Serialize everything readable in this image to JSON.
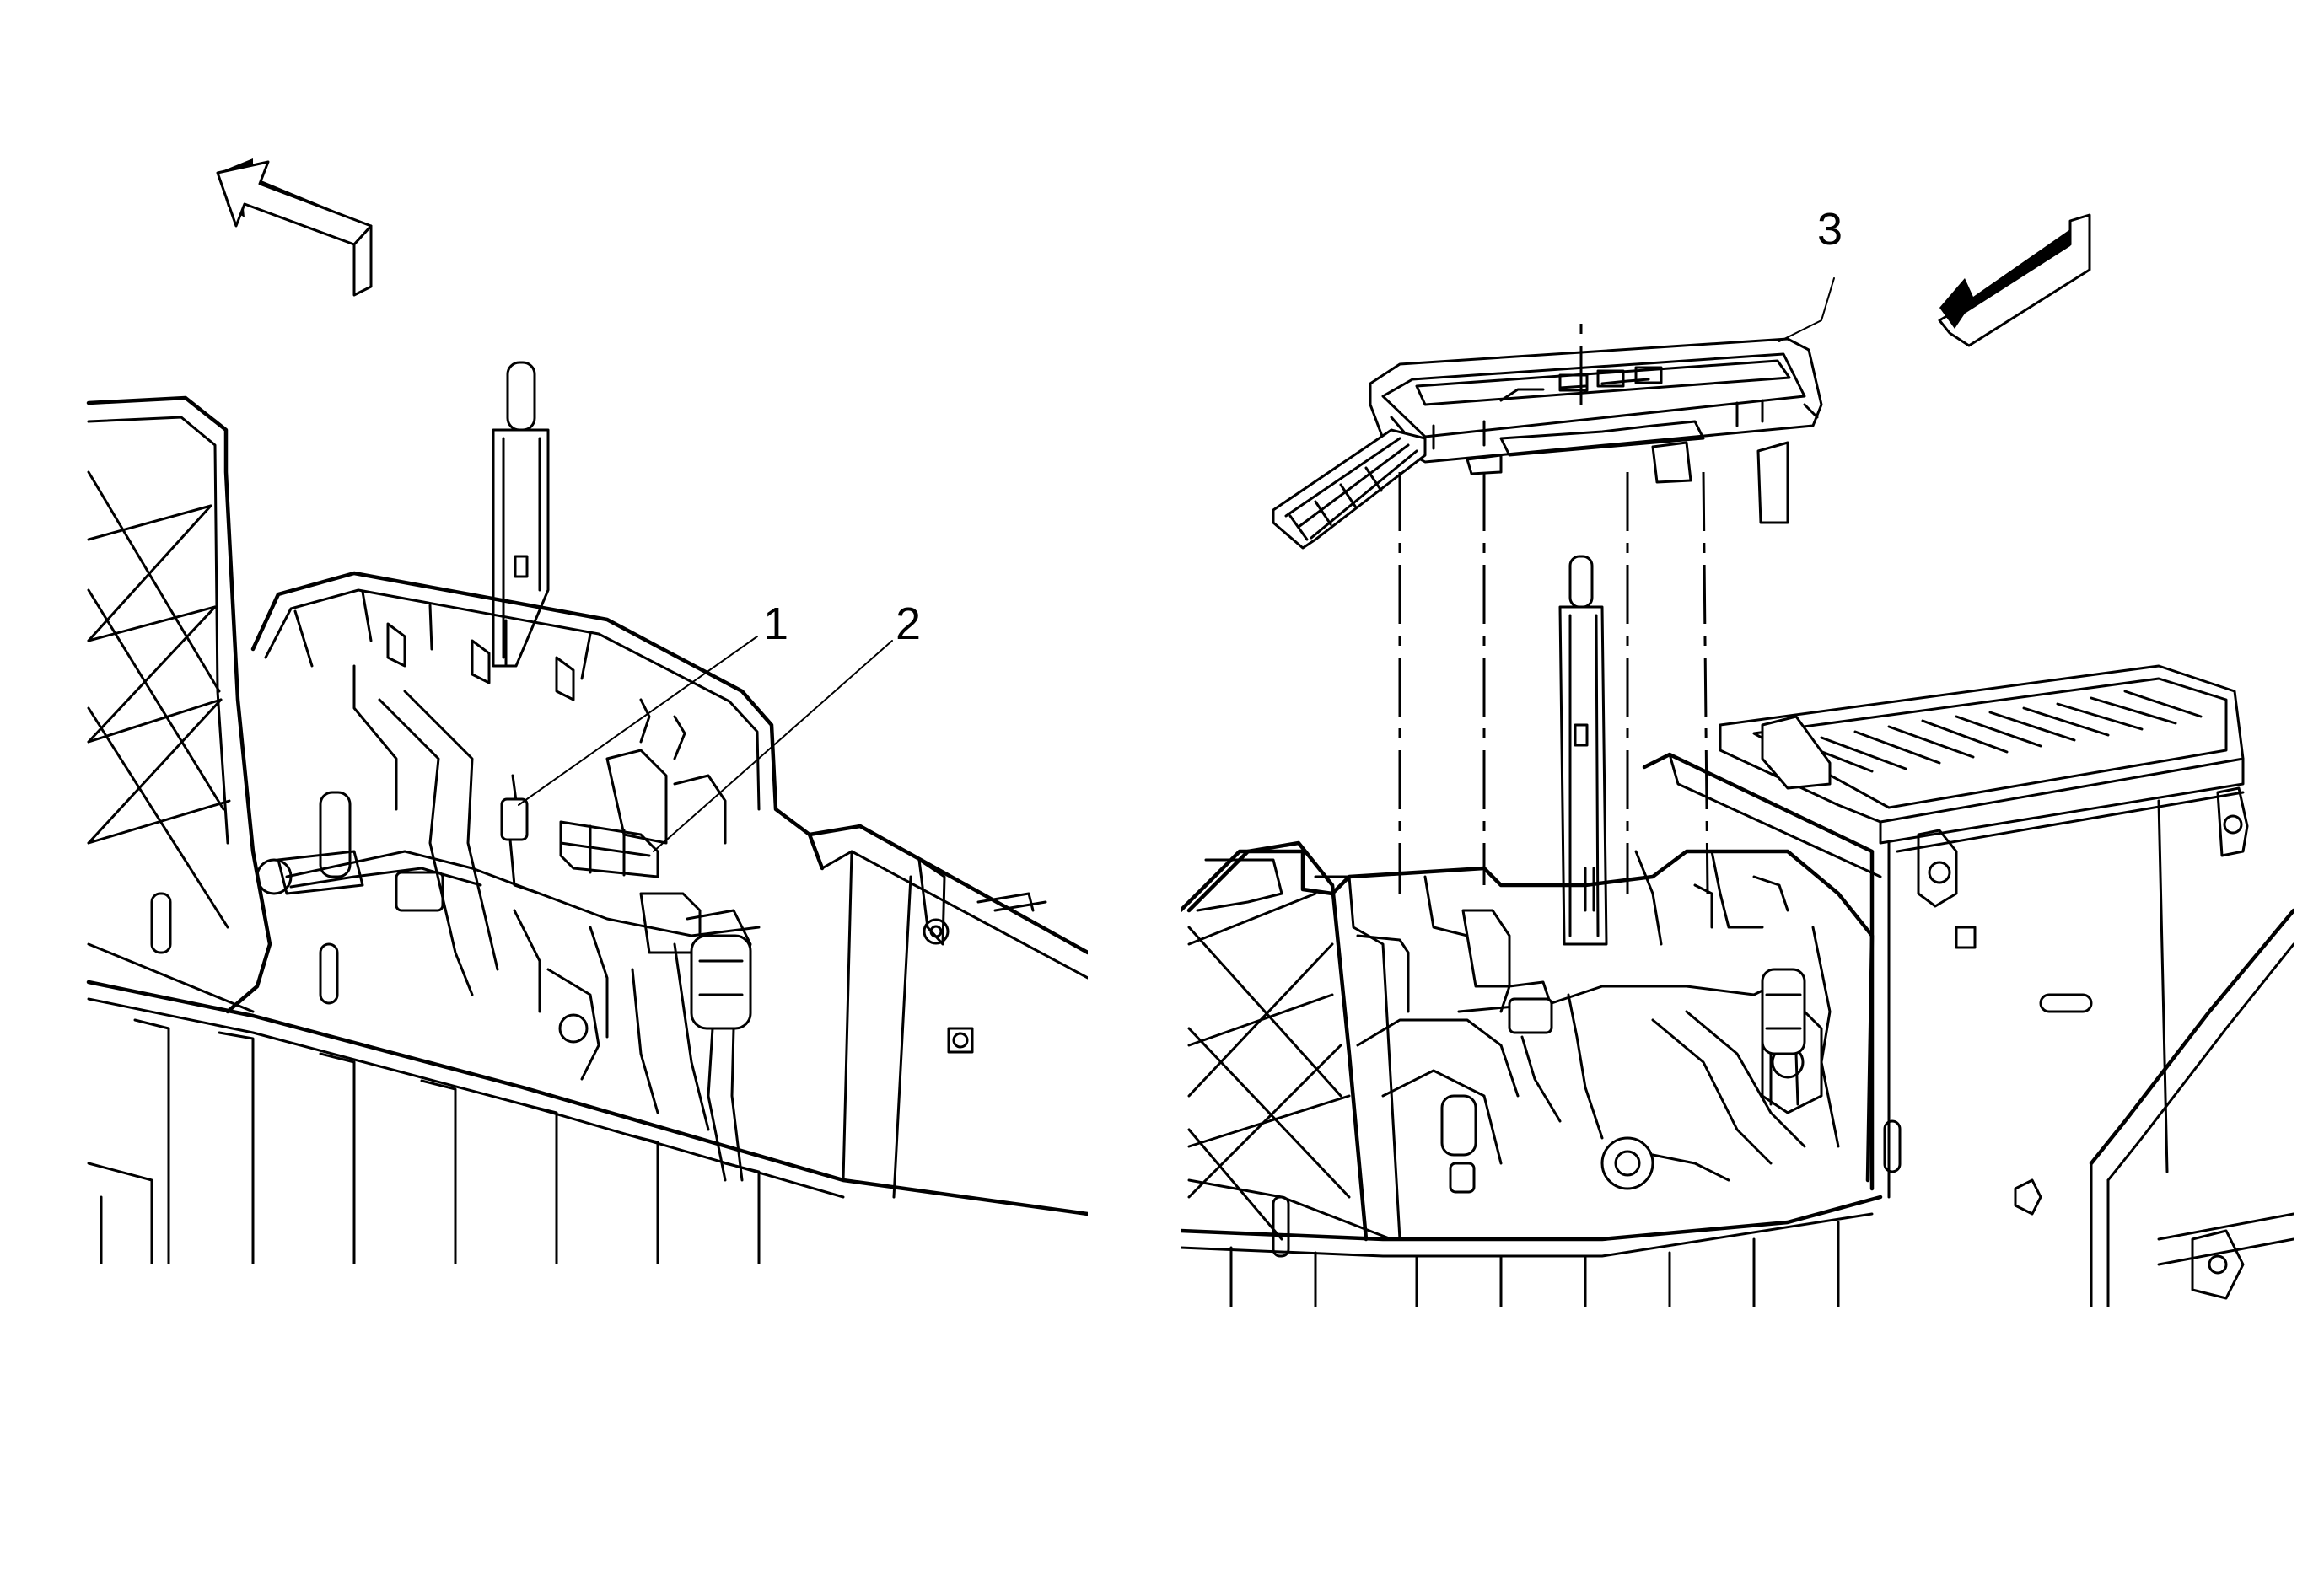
{
  "figure": {
    "callouts": [
      {
        "id": "callout-1",
        "text": "1"
      },
      {
        "id": "callout-2",
        "text": "2"
      },
      {
        "id": "callout-3",
        "text": "3"
      }
    ],
    "icons": [
      "front-direction-arrow-icon",
      "front-direction-arrow-icon"
    ]
  }
}
